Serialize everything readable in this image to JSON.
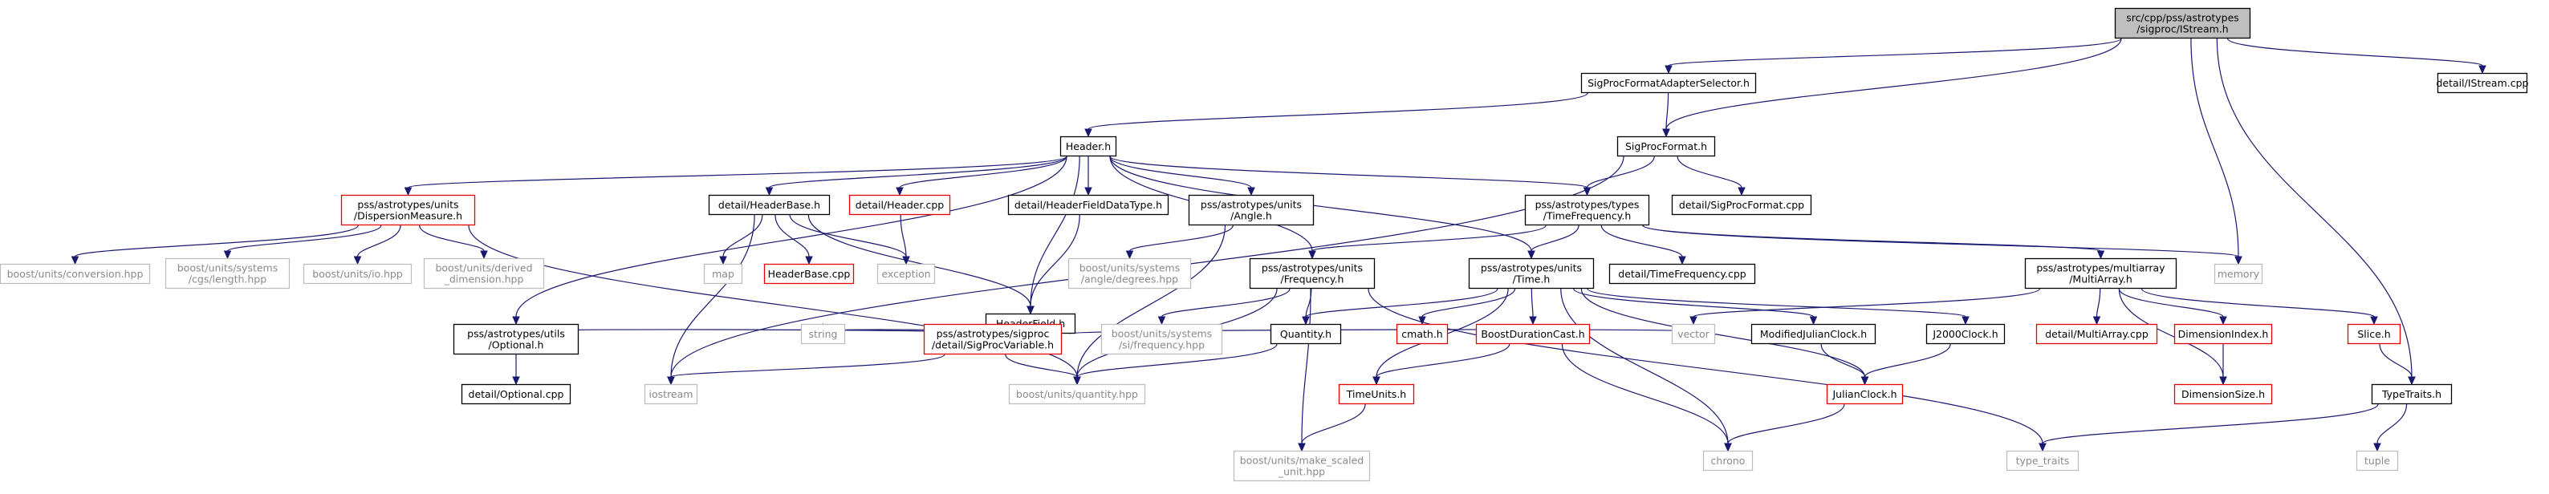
{
  "diagram": {
    "nodes": [
      {
        "id": "root",
        "lines": [
          "src/cpp/pss/astrotypes",
          "/sigproc/IStream.h"
        ],
        "style": "root"
      },
      {
        "id": "sigprocformatadapterselector",
        "lines": [
          "SigProcFormatAdapterSelector.h"
        ],
        "style": "black"
      },
      {
        "id": "detail_istream_cpp",
        "lines": [
          "detail/IStream.cpp"
        ],
        "style": "black"
      },
      {
        "id": "header_h",
        "lines": [
          "Header.h"
        ],
        "style": "black"
      },
      {
        "id": "sigprocformat_h",
        "lines": [
          "SigProcFormat.h"
        ],
        "style": "black"
      },
      {
        "id": "dispersionmeasure_h",
        "lines": [
          "pss/astrotypes/units",
          "/DispersionMeasure.h"
        ],
        "style": "red"
      },
      {
        "id": "detail_headerbase_h",
        "lines": [
          "detail/HeaderBase.h"
        ],
        "style": "black"
      },
      {
        "id": "detail_header_cpp",
        "lines": [
          "detail/Header.cpp"
        ],
        "style": "red"
      },
      {
        "id": "detail_headerfielddatatype_h",
        "lines": [
          "detail/HeaderFieldDataType.h"
        ],
        "style": "black"
      },
      {
        "id": "angle_h",
        "lines": [
          "pss/astrotypes/units",
          "/Angle.h"
        ],
        "style": "black"
      },
      {
        "id": "timefrequency_h",
        "lines": [
          "pss/astrotypes/types",
          "/TimeFrequency.h"
        ],
        "style": "black"
      },
      {
        "id": "detail_sigprocformat_cpp",
        "lines": [
          "detail/SigProcFormat.cpp"
        ],
        "style": "black"
      },
      {
        "id": "boost_conversion",
        "lines": [
          "boost/units/conversion.hpp"
        ],
        "style": "gray"
      },
      {
        "id": "boost_cgs_length",
        "lines": [
          "boost/units/systems",
          "/cgs/length.hpp"
        ],
        "style": "gray"
      },
      {
        "id": "boost_io",
        "lines": [
          "boost/units/io.hpp"
        ],
        "style": "gray"
      },
      {
        "id": "boost_derived_dimension",
        "lines": [
          "boost/units/derived",
          "_dimension.hpp"
        ],
        "style": "gray"
      },
      {
        "id": "map",
        "lines": [
          "map"
        ],
        "style": "gray"
      },
      {
        "id": "headerbase_cpp",
        "lines": [
          "HeaderBase.cpp"
        ],
        "style": "red"
      },
      {
        "id": "exception",
        "lines": [
          "exception"
        ],
        "style": "gray"
      },
      {
        "id": "headerfield_h",
        "lines": [
          "HeaderField.h"
        ],
        "style": "black"
      },
      {
        "id": "boost_angle_degrees",
        "lines": [
          "boost/units/systems",
          "/angle/degrees.hpp"
        ],
        "style": "gray"
      },
      {
        "id": "frequency_h",
        "lines": [
          "pss/astrotypes/units",
          "/Frequency.h"
        ],
        "style": "black"
      },
      {
        "id": "time_h",
        "lines": [
          "pss/astrotypes/units",
          "/Time.h"
        ],
        "style": "black"
      },
      {
        "id": "detail_timefrequency_cpp",
        "lines": [
          "detail/TimeFrequency.cpp"
        ],
        "style": "black"
      },
      {
        "id": "multiarray_h",
        "lines": [
          "pss/astrotypes/multiarray",
          "/MultiArray.h"
        ],
        "style": "black"
      },
      {
        "id": "memory",
        "lines": [
          "memory"
        ],
        "style": "gray"
      },
      {
        "id": "optional_h",
        "lines": [
          "pss/astrotypes/utils",
          "/Optional.h"
        ],
        "style": "black"
      },
      {
        "id": "string",
        "lines": [
          "string"
        ],
        "style": "gray"
      },
      {
        "id": "sigprocvariable_h",
        "lines": [
          "pss/astrotypes/sigproc",
          "/detail/SigProcVariable.h"
        ],
        "style": "red"
      },
      {
        "id": "boost_si_frequency",
        "lines": [
          "boost/units/systems",
          "/si/frequency.hpp"
        ],
        "style": "gray"
      },
      {
        "id": "quantity_h",
        "lines": [
          "Quantity.h"
        ],
        "style": "black"
      },
      {
        "id": "cmath_h",
        "lines": [
          "cmath.h"
        ],
        "style": "red"
      },
      {
        "id": "boostdurationcast_h",
        "lines": [
          "BoostDurationCast.h"
        ],
        "style": "red"
      },
      {
        "id": "vector",
        "lines": [
          "vector"
        ],
        "style": "gray"
      },
      {
        "id": "modifiedjulianclock_h",
        "lines": [
          "ModifiedJulianClock.h"
        ],
        "style": "black"
      },
      {
        "id": "j2000clock_h",
        "lines": [
          "J2000Clock.h"
        ],
        "style": "black"
      },
      {
        "id": "detail_multiarray_cpp",
        "lines": [
          "detail/MultiArray.cpp"
        ],
        "style": "red"
      },
      {
        "id": "dimensionindex_h",
        "lines": [
          "DimensionIndex.h"
        ],
        "style": "red"
      },
      {
        "id": "slice_h",
        "lines": [
          "Slice.h"
        ],
        "style": "red"
      },
      {
        "id": "detail_optional_cpp",
        "lines": [
          "detail/Optional.cpp"
        ],
        "style": "black"
      },
      {
        "id": "iostream",
        "lines": [
          "iostream"
        ],
        "style": "gray"
      },
      {
        "id": "boost_quantity",
        "lines": [
          "boost/units/quantity.hpp"
        ],
        "style": "gray"
      },
      {
        "id": "timeunits_h",
        "lines": [
          "TimeUnits.h"
        ],
        "style": "red"
      },
      {
        "id": "julianclock_h",
        "lines": [
          "JulianClock.h"
        ],
        "style": "red"
      },
      {
        "id": "dimensionsize_h",
        "lines": [
          "DimensionSize.h"
        ],
        "style": "red"
      },
      {
        "id": "typetraits_h",
        "lines": [
          "TypeTraits.h"
        ],
        "style": "black"
      },
      {
        "id": "boost_make_scaled_unit",
        "lines": [
          "boost/units/make_scaled",
          "_unit.hpp"
        ],
        "style": "gray"
      },
      {
        "id": "chrono",
        "lines": [
          "chrono"
        ],
        "style": "gray"
      },
      {
        "id": "type_traits",
        "lines": [
          "type_traits"
        ],
        "style": "gray"
      },
      {
        "id": "tuple",
        "lines": [
          "tuple"
        ],
        "style": "gray"
      }
    ],
    "edges": [
      [
        "root",
        "sigprocformatadapterselector"
      ],
      [
        "root",
        "sigprocformat_h"
      ],
      [
        "root",
        "memory"
      ],
      [
        "root",
        "typetraits_h"
      ],
      [
        "root",
        "detail_istream_cpp"
      ],
      [
        "sigprocformatadapterselector",
        "header_h"
      ],
      [
        "sigprocformatadapterselector",
        "sigprocformat_h"
      ],
      [
        "sigprocformat_h",
        "timefrequency_h"
      ],
      [
        "sigprocformat_h",
        "detail_sigprocformat_cpp"
      ],
      [
        "sigprocformat_h",
        "iostream"
      ],
      [
        "header_h",
        "dispersionmeasure_h"
      ],
      [
        "header_h",
        "detail_headerbase_h"
      ],
      [
        "header_h",
        "detail_header_cpp"
      ],
      [
        "header_h",
        "detail_headerfielddatatype_h"
      ],
      [
        "header_h",
        "angle_h"
      ],
      [
        "header_h",
        "timefrequency_h"
      ],
      [
        "header_h",
        "frequency_h"
      ],
      [
        "header_h",
        "time_h"
      ],
      [
        "header_h",
        "headerfield_h"
      ],
      [
        "header_h",
        "optional_h"
      ],
      [
        "dispersionmeasure_h",
        "boost_conversion"
      ],
      [
        "dispersionmeasure_h",
        "boost_cgs_length"
      ],
      [
        "dispersionmeasure_h",
        "boost_io"
      ],
      [
        "dispersionmeasure_h",
        "boost_derived_dimension"
      ],
      [
        "dispersionmeasure_h",
        "boost_quantity"
      ],
      [
        "detail_headerbase_h",
        "map"
      ],
      [
        "detail_headerbase_h",
        "headerbase_cpp"
      ],
      [
        "detail_headerbase_h",
        "exception"
      ],
      [
        "detail_headerbase_h",
        "headerfield_h"
      ],
      [
        "detail_headerbase_h",
        "iostream"
      ],
      [
        "detail_header_cpp",
        "exception"
      ],
      [
        "detail_headerfielddatatype_h",
        "headerfield_h"
      ],
      [
        "angle_h",
        "boost_angle_degrees"
      ],
      [
        "angle_h",
        "boost_quantity"
      ],
      [
        "timefrequency_h",
        "frequency_h"
      ],
      [
        "timefrequency_h",
        "time_h"
      ],
      [
        "timefrequency_h",
        "detail_timefrequency_cpp"
      ],
      [
        "timefrequency_h",
        "multiarray_h"
      ],
      [
        "timefrequency_h",
        "memory"
      ],
      [
        "headerfield_h",
        "optional_h"
      ],
      [
        "headerfield_h",
        "string"
      ],
      [
        "headerfield_h",
        "sigprocvariable_h"
      ],
      [
        "headerfield_h",
        "vector"
      ],
      [
        "frequency_h",
        "boost_si_frequency"
      ],
      [
        "frequency_h",
        "quantity_h"
      ],
      [
        "frequency_h",
        "boost_quantity"
      ],
      [
        "frequency_h",
        "boost_make_scaled_unit"
      ],
      [
        "frequency_h",
        "type_traits"
      ],
      [
        "time_h",
        "quantity_h"
      ],
      [
        "time_h",
        "cmath_h"
      ],
      [
        "time_h",
        "boostdurationcast_h"
      ],
      [
        "time_h",
        "modifiedjulianclock_h"
      ],
      [
        "time_h",
        "j2000clock_h"
      ],
      [
        "time_h",
        "timeunits_h"
      ],
      [
        "time_h",
        "julianclock_h"
      ],
      [
        "time_h",
        "chrono"
      ],
      [
        "multiarray_h",
        "vector"
      ],
      [
        "multiarray_h",
        "detail_multiarray_cpp"
      ],
      [
        "multiarray_h",
        "dimensionindex_h"
      ],
      [
        "multiarray_h",
        "slice_h"
      ],
      [
        "multiarray_h",
        "dimensionsize_h"
      ],
      [
        "optional_h",
        "detail_optional_cpp"
      ],
      [
        "sigprocvariable_h",
        "iostream"
      ],
      [
        "sigprocvariable_h",
        "boost_quantity"
      ],
      [
        "quantity_h",
        "boost_quantity"
      ],
      [
        "boostdurationcast_h",
        "timeunits_h"
      ],
      [
        "boostdurationcast_h",
        "chrono"
      ],
      [
        "modifiedjulianclock_h",
        "julianclock_h"
      ],
      [
        "j2000clock_h",
        "julianclock_h"
      ],
      [
        "timeunits_h",
        "boost_make_scaled_unit"
      ],
      [
        "julianclock_h",
        "chrono"
      ],
      [
        "dimensionindex_h",
        "dimensionsize_h"
      ],
      [
        "slice_h",
        "typetraits_h"
      ],
      [
        "typetraits_h",
        "type_traits"
      ],
      [
        "typetraits_h",
        "tuple"
      ]
    ]
  }
}
